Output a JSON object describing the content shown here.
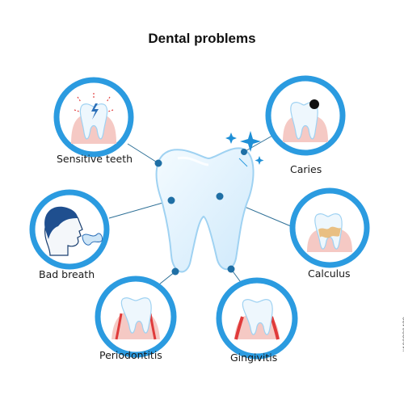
{
  "title": "Dental problems",
  "stock_id": "#106236480",
  "problems": [
    {
      "label": "Sensitive teeth"
    },
    {
      "label": "Caries"
    },
    {
      "label": "Bad breath"
    },
    {
      "label": "Calculus"
    },
    {
      "label": "Periodontitis"
    },
    {
      "label": "Gingivitis"
    }
  ],
  "colors": {
    "ring": "#2b9be0",
    "connector": "#2d6f96",
    "node": "#1f6fa5",
    "gum": "#f5c9c4",
    "inflamed_gum": "#e03a3a",
    "tooth": "#eef7fd",
    "tooth_outline": "#9fd2f2"
  }
}
